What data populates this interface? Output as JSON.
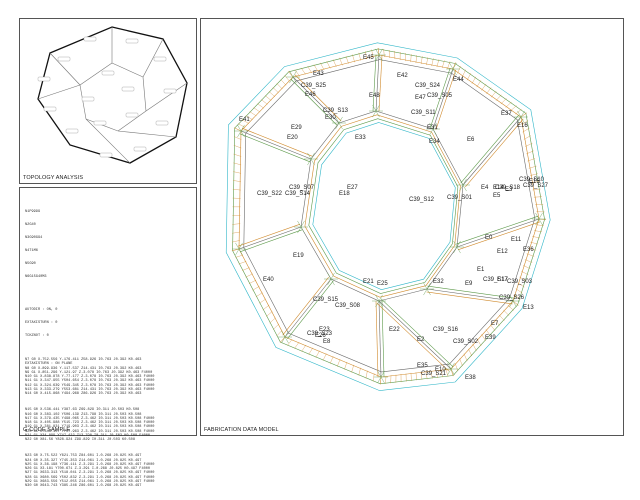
{
  "panels": {
    "topology_caption": "TOPOLOGY ANALYSIS",
    "gcode_caption": "G-CODE SAMPLE",
    "fabrication_caption": "FABRICATION DATA MODEL"
  },
  "gcode": {
    "header": [
      "N1P9999",
      "N2G40",
      "N3G90G94",
      "N4T1M6",
      "N5G90",
      "N6G15G40M3"
    ],
    "mode_lines": [
      "AUTODIR : ON, 0",
      "EXTAXISTURN : 0",
      "TCKZNOT : 0"
    ],
    "block1": [
      "N7 G0 X-752.556 Y-176.411 Z58.926 I0.763 J0.392 K0.463",
      "EXTAXISTURN : ON PLANE",
      "N8 G0 X-899.936 Y-117.537 Z14.431 I0.763 J0.392 K0.463",
      "N9 G1 X-851.296 Y-121.97 Z-3.078 I0.763 J0.392 K0.463 F4000",
      "N10 G1 X-838.878 Y-77.177 Z-3.078 I0.763 J0.392 K0.463 F4000",
      "N11 G1 X-347.955 Y504.654 Z-3.078 I0.763 J0.392 K0.463 F4000",
      "N12 G1 X-324.639 Y549.345 Z-3.078 I0.763 J0.392 K0.463 F4000",
      "N13 G1 X-333.279 Y553.681 Z14.431 I0.763 J0.392 K0.463 F4000",
      "N14 G0 X-415.868 Y494.968 Z86.926 I0.763 J0.392 K0.463"
    ],
    "block2": [
      "N15 G0 X-536.441 Y387.63 Z69.829 I0.311 J0.503 K0.508",
      "N16 G0 X-383.102 Y506.139 Z13.798 I0.311 J0.503 K0.508",
      "N17 G1 X-379.435 Y498.065 Z-3.462 I0.311 J0.503 K0.508 F4000",
      "N18 G1 X-405.988 Y515.723 Z-3.462 I0.311 J0.503 K0.508 F4000",
      "N19 G1 X-381.831 Y719.903 Z-3.462 I0.311 J0.503 K0.508 F4000",
      "N20 G1 X-343.157 Y757.963 Z-3.462 I0.311 J0.503 K0.508 F4000",
      "N21 G1 X34.899 Y747.422 Z13.798 I0.311 J0.503 K0.508 F4000",
      "N22 G0 X81.56 Y828.924 Z99.829 I0.311 J0.503 K0.508"
    ],
    "block3": [
      "N23 G0 X-75.522 Y621.753 Z84.601 I-0.268 J0.825 K0.497",
      "N24 G0 X-35.327 Y745.353 Z14.061 I-0.268 J0.825 K0.497",
      "N25 G1 X-36.198 Y736.111 Z-3.291 I-0.268 J0.825 K0.497 F4000",
      "N26 G1 X3.181 Y700.671 Z-3.291 I-0.268 J0.825 K0.497 F4000",
      "N27 G1 X633.313 Y518.041 Z-3.291 I-0.268 J0.825 K0.497 F4000",
      "N28 G1 X680.569 Y502.832 Z-3.291 I-0.268 J0.825 K0.497 F4000",
      "N29 G1 X683.556 Y512.055 Z14.061 I-0.268 J0.825 K0.497 F4000",
      "N30 G0 X643.743 Y385.246 Z86.601 I-0.268 J0.825 K0.497"
    ]
  },
  "edge_labels": [
    "E45",
    "E43",
    "E46",
    "E42",
    "E44",
    "E48",
    "E47",
    "E41",
    "E30",
    "E29",
    "E20",
    "E33",
    "E31",
    "E34",
    "E37",
    "E16",
    "E6",
    "E27",
    "E18",
    "E14",
    "E15",
    "E4",
    "E3",
    "E5",
    "E0",
    "E11",
    "E12",
    "E36",
    "E19",
    "E1",
    "E40",
    "E21",
    "E25",
    "E32",
    "E9",
    "E17",
    "E13",
    "E7",
    "E22",
    "E23",
    "E26",
    "E8",
    "E2",
    "E39",
    "E35",
    "E10",
    "E38"
  ],
  "section_labels": [
    "C39_S25",
    "C39_S24",
    "C39_S05",
    "C39_S13",
    "C39_S11",
    "C39_S07",
    "C39_S14",
    "C39_S22",
    "C39_S10",
    "C39_S12",
    "C39_S01",
    "C39_S18",
    "C39_S27",
    "C39_S17",
    "C39_S03",
    "C39_S26",
    "C39_S15",
    "C39_S08",
    "C39_S23",
    "C39_S16",
    "C39_S02",
    "C39_S21"
  ],
  "colors": {
    "frame": "#555555",
    "path_orange": "#d08a2c",
    "path_green": "#5d9a4a",
    "path_cyan": "#2fb6c8",
    "tool_gray": "#6a6a6a"
  }
}
